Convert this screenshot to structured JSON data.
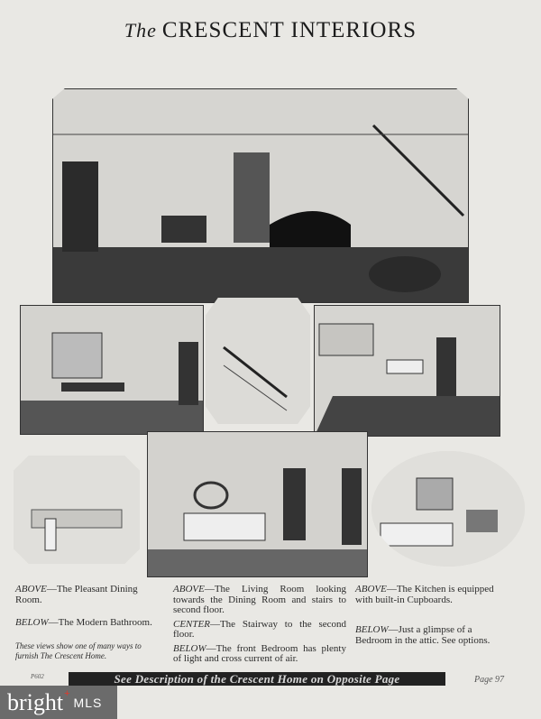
{
  "title": {
    "prefix": "The",
    "main": "CRESCENT INTERIORS"
  },
  "illustrations": [
    {
      "name": "living-room"
    },
    {
      "name": "dining-room"
    },
    {
      "name": "stairway"
    },
    {
      "name": "kitchen"
    },
    {
      "name": "bathroom"
    },
    {
      "name": "front-bedroom"
    },
    {
      "name": "attic-bedroom"
    }
  ],
  "captions": {
    "left": {
      "above_label": "ABOVE",
      "above_text": "—The Pleasant Dining Room.",
      "below_label": "BELOW",
      "below_text": "—The Modern Bathroom.",
      "note": "These views show one of many ways to furnish The Crescent Home."
    },
    "center": {
      "above_label": "ABOVE",
      "above_text": "—The Living Room looking towards the Dining Room and stairs to second floor.",
      "center_label": "CENTER",
      "center_text": "—The Stairway to the second floor.",
      "below_label": "BELOW",
      "below_text": "—The front Bedroom has plenty of light and cross current of air."
    },
    "right": {
      "above_label": "ABOVE",
      "above_text": "—The Kitchen is equipped with built-in Cupboards.",
      "below_label": "BELOW",
      "below_text": "—Just a glimpse of a Bedroom in the attic. See options."
    }
  },
  "footer": {
    "code": "P602",
    "banner": "See Description of the Crescent Home on Opposite Page",
    "page": "Page 97"
  },
  "watermark": {
    "brand": "bright",
    "suffix": "MLS"
  }
}
